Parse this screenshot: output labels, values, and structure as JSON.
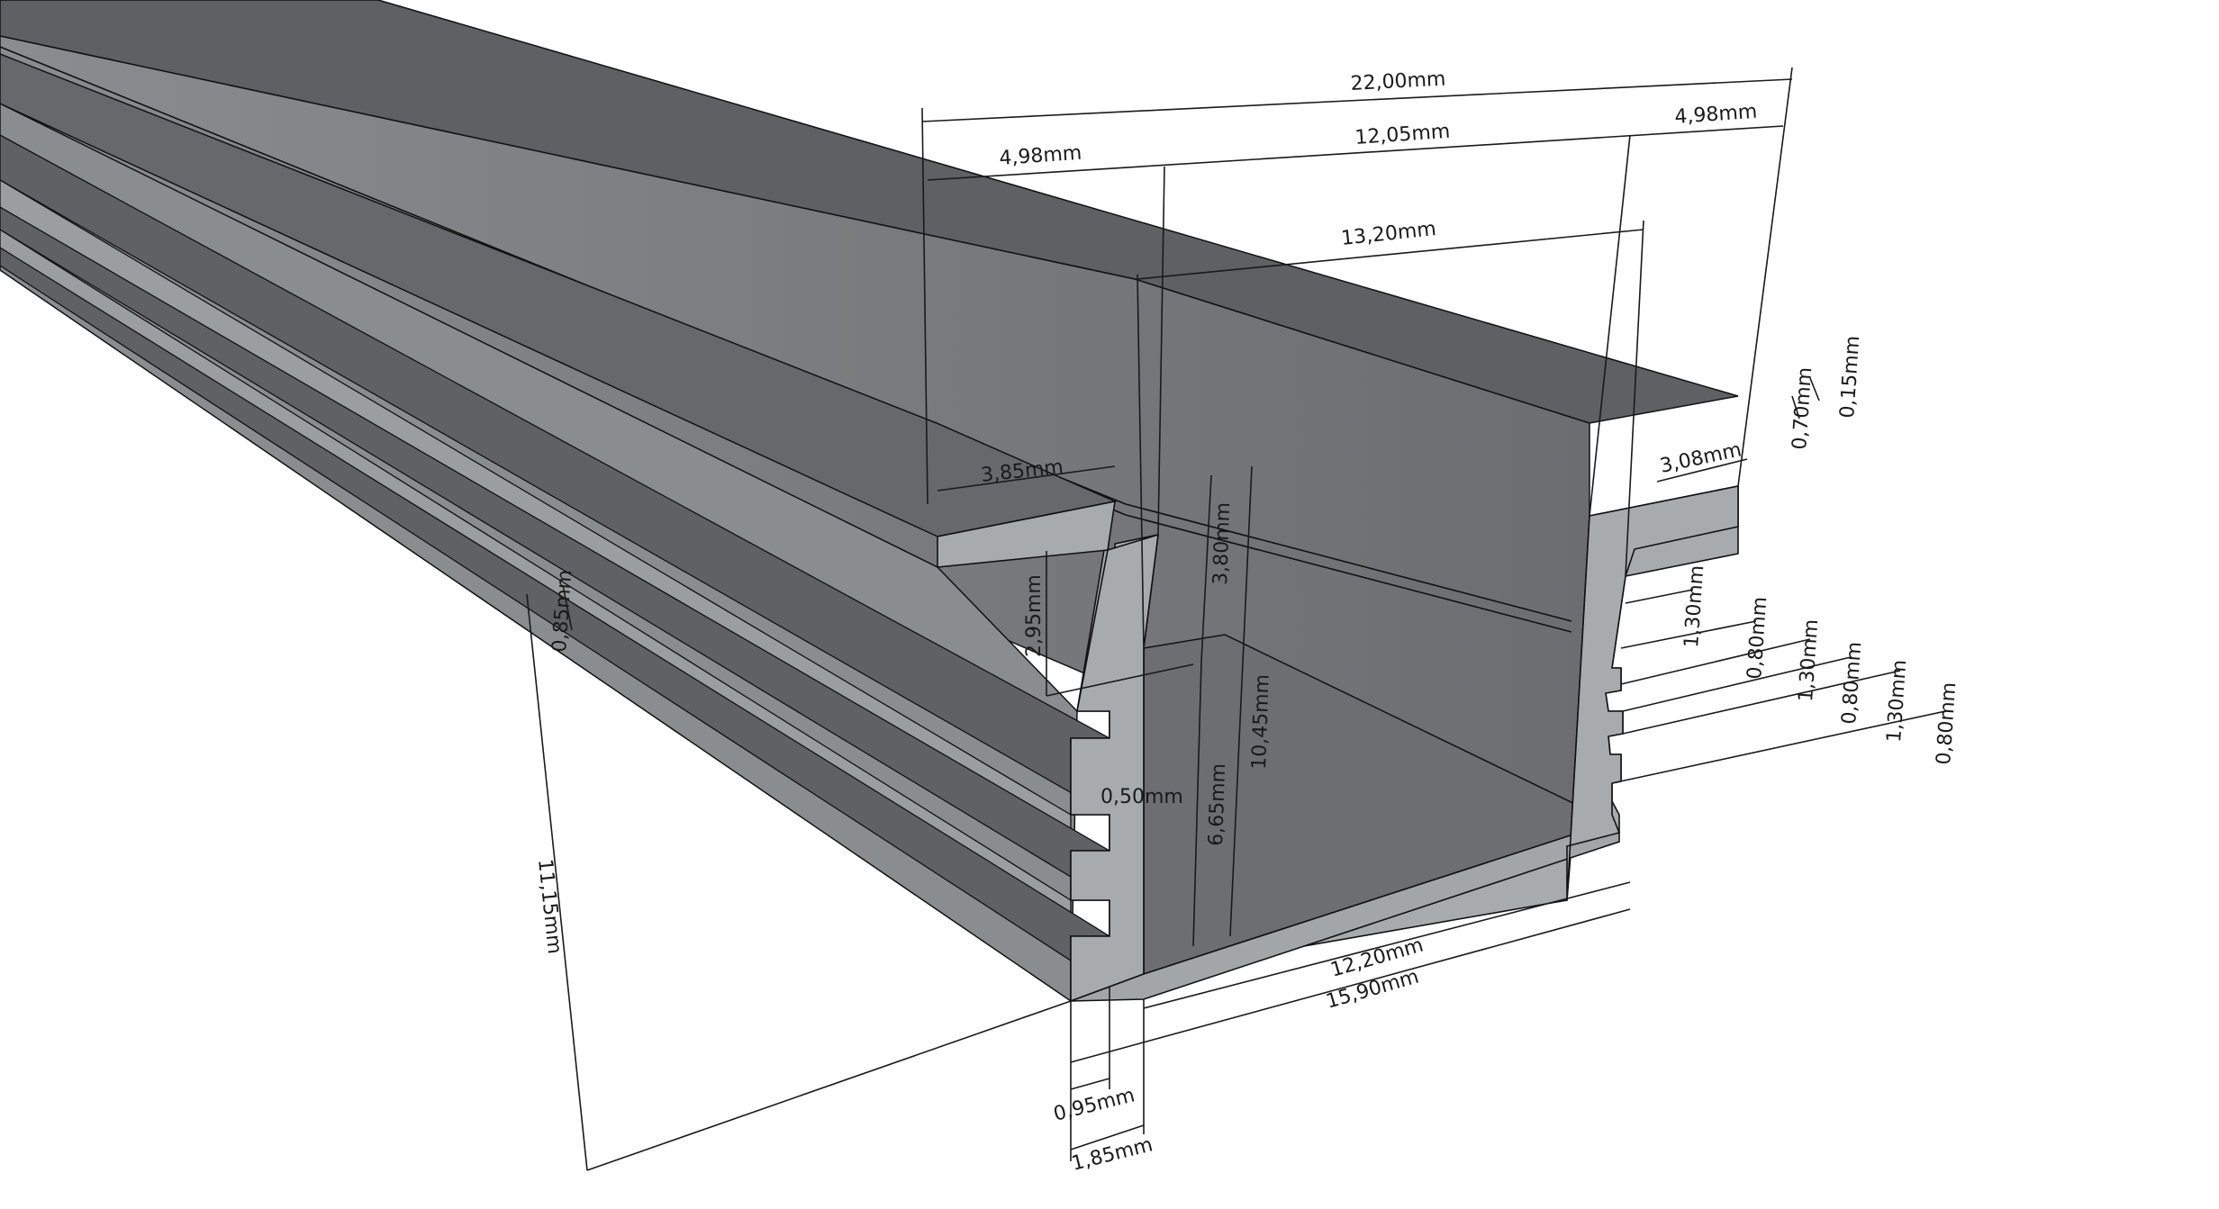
{
  "drawing": {
    "subject": "Aluminium LED profile, isometric view with dimensions",
    "colors": {
      "background": "#ffffff",
      "section_face": "#a7aaad",
      "dark_face": "#5f6164",
      "mid_face": "#77797c",
      "light_face": "#8d9093",
      "dimension_line": "#1a1a1a"
    }
  },
  "dimensions": {
    "overall_width": "22,00mm",
    "left_flange_width": "4,98mm",
    "channel_opening": "12,05mm",
    "right_flange_width": "4,98mm",
    "inner_width_top": "13,20mm",
    "left_lip": "3,85mm",
    "right_lip": "3,08mm",
    "right_flange_thickness": "0,70mm",
    "right_flange_edge": "0,15mm",
    "left_flange_thickness": "0,85mm",
    "left_drop": "2,95mm",
    "upper_wall": "3,80mm",
    "lower_wall": "6,65mm",
    "inner_height": "10,45mm",
    "wall_gap": "0,50mm",
    "overall_height": "11,15mm",
    "inner_base_width": "12,20mm",
    "outer_base_width": "15,90mm",
    "tooth_depth": "0,95mm",
    "wall_total": "1,85mm",
    "step_1_height": "1,30mm",
    "step_1_gap": "0,80mm",
    "step_2_height": "1,30mm",
    "step_2_gap": "0,80mm",
    "step_3_height": "1,30mm",
    "step_3_gap": "0,80mm"
  }
}
